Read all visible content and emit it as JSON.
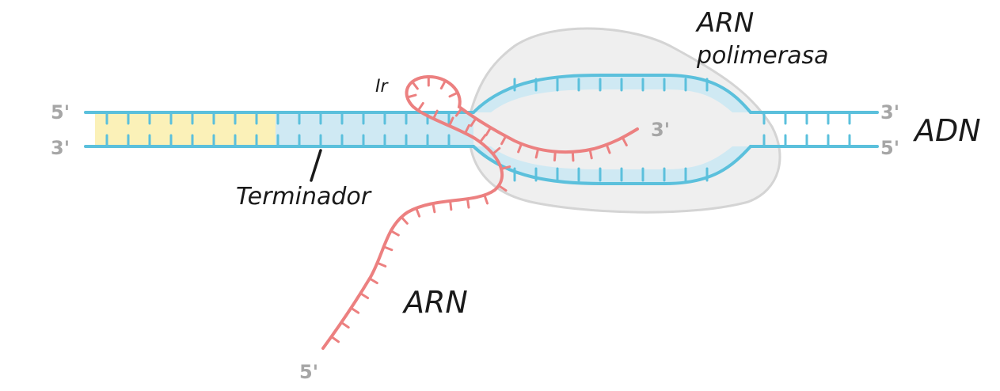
{
  "labels": {
    "polymerase_line1": "ARN",
    "polymerase_line2": "polimerasa",
    "dna": "ADN",
    "terminator": "Terminador",
    "rna": "ARN",
    "hairpin_mark": "Ir"
  },
  "ends": {
    "dna_top_left": "5'",
    "dna_bottom_left": "3'",
    "dna_top_right": "3'",
    "dna_bottom_right": "5'",
    "rna_three_prime": "3'",
    "rna_five_prime": "5'"
  },
  "colors": {
    "dna_strand": "#5bc0dc",
    "dna_fill": "#cfe9f3",
    "terminator_region": "#fbf1b8",
    "rna_strand": "#ec8080",
    "polymerase_fill": "#efefef",
    "polymerase_stroke": "#d4d4d4",
    "prime_label": "#a6a6a6"
  }
}
